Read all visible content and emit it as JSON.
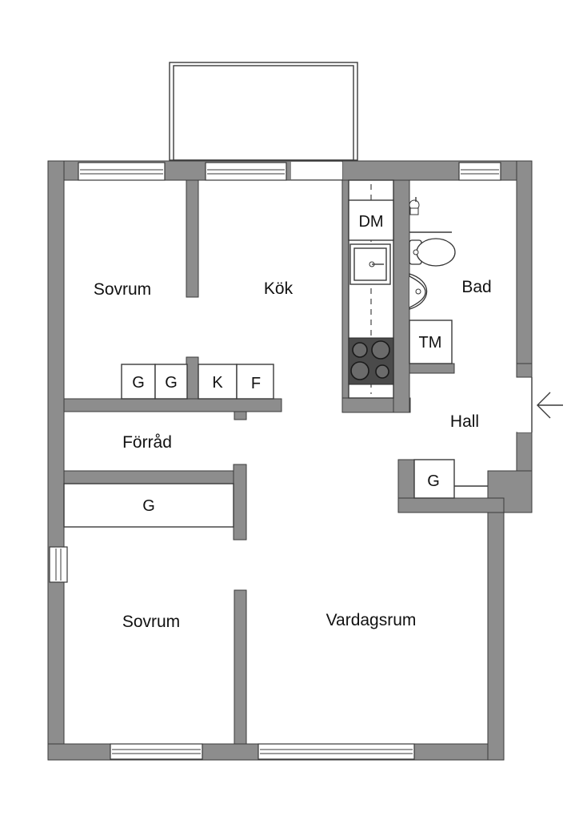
{
  "plan": {
    "rooms": {
      "sovrum_top": "Sovrum",
      "kok": "Kök",
      "bad": "Bad",
      "forrad": "Förråd",
      "hall": "Hall",
      "sovrum_bottom": "Sovrum",
      "vardagsrum": "Vardagsrum"
    },
    "fixtures": {
      "dishwasher": "DM",
      "washing_machine": "TM",
      "closet_g1": "G",
      "closet_g2": "G",
      "closet_k": "K",
      "closet_f": "F",
      "hall_closet": "G",
      "storage_closet": "G"
    },
    "entrance_icon": "arrow-left-icon",
    "colors": {
      "wall": "#8d8d8d",
      "stroke": "#3a3a3a",
      "background": "#ffffff"
    }
  }
}
